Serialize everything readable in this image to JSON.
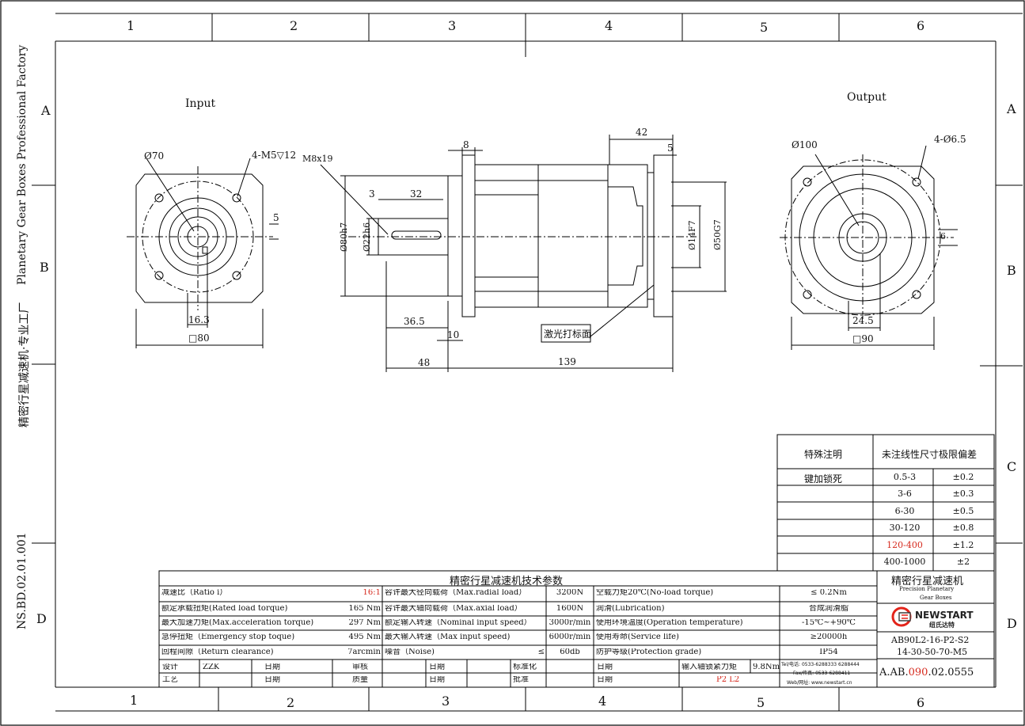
{
  "sheet": {
    "columns_top": [
      "1",
      "2",
      "3",
      "4",
      "5",
      "6"
    ],
    "columns_bottom": [
      "1",
      "2",
      "3",
      "4",
      "5",
      "6"
    ],
    "rows_left": [
      "A",
      "B",
      "C",
      "D"
    ],
    "rows_right": [
      "A",
      "B",
      "C",
      "D"
    ],
    "side_title": "Planetary Gear Boxes Professional Factory",
    "side_title_cn": "精密行星减速机·专业工厂",
    "doc_no": "NS.BD.02.01.001"
  },
  "views": {
    "input_label": "Input",
    "output_label": "Output",
    "input": {
      "d70": "Ø70",
      "holes": "4-M5▽12",
      "key": "5",
      "w16": "16.3",
      "sq80": "□80"
    },
    "side": {
      "m8": "M8x19",
      "d80": "Ø80h7",
      "d22": "Ø22h6",
      "d14": "Ø14F7",
      "d50": "Ø50G7",
      "l3": "3",
      "l32": "32",
      "l8": "8",
      "l42": "42",
      "l5": "5",
      "l365": "36.5",
      "l10": "10",
      "l48": "48",
      "l139": "139",
      "laser": "激光打标面"
    },
    "output": {
      "d100": "Ø100",
      "holes": "4-Ø6.5",
      "key": "6",
      "w245": "24.5",
      "sq90": "□90"
    }
  },
  "tolerance": {
    "head_left": "特殊注明",
    "head_right": "未注线性尺寸极限偏差",
    "note": "键加锁死",
    "rows": [
      {
        "range": "0.5-3",
        "tol": "±0.2",
        "red": false
      },
      {
        "range": "3-6",
        "tol": "±0.3",
        "red": false
      },
      {
        "range": "6-30",
        "tol": "±0.5",
        "red": false
      },
      {
        "range": "30-120",
        "tol": "±0.8",
        "red": false
      },
      {
        "range": "120-400",
        "tol": "±1.2",
        "red": true
      },
      {
        "range": "400-1000",
        "tol": "±2",
        "red": false
      }
    ]
  },
  "spec": {
    "title": "精密行星减速机技术参数",
    "rows": [
      {
        "a": "减速比（Ratio i）",
        "av": "16:1",
        "b": "容许最大径向载荷（Max.radial load）",
        "bv": "3200N",
        "c": "空载力矩20℃(No-load torque)",
        "cv": "≤ 0.2Nm"
      },
      {
        "a": "额定承载扭矩(Rated load torque)",
        "av": "165 Nm",
        "b": "容许最大轴向载荷（Max.axial load）",
        "bv": "1600N",
        "c": "润滑(Lubrication)",
        "cv": "合成润滑脂"
      },
      {
        "a": "最大加速力矩(Max.acceleration torque)",
        "av": "297 Nm",
        "b": "额定输入转速（Nominal input speed）",
        "bv": "3000r/min",
        "c": "使用环境温度(Operation temperature)",
        "cv": "-15℃~+90℃"
      },
      {
        "a": "急停扭矩（Emergency stop toque)",
        "av": "495 Nm",
        "b": "最大输入转速（Max input speed)",
        "bv": "6000r/min",
        "c": "使用寿命(Service life)",
        "cv": "≥20000h"
      },
      {
        "a": "回程间隙（Return clearance)",
        "av": "7arcmin",
        "b": "噪音（Noise)",
        "bsym": "≤",
        "bv": "60db",
        "c": "防护等级(Protection grade)",
        "cv": "IP54"
      }
    ]
  },
  "signoff": {
    "design": "设计",
    "designer": "ZZK",
    "date1": "日期",
    "review": "审核",
    "date2": "日期",
    "standard": "标准化",
    "date3": "日期",
    "torque_label": "输入轴锁紧力矩",
    "torque": "9.8Nm",
    "process": "工艺",
    "date4": "日期",
    "quality": "质量",
    "date5": "日期",
    "approve": "批准",
    "date6": "日期",
    "p2l2": "P2 L2"
  },
  "titleblock": {
    "name_cn": "精密行星减速机",
    "name_en1": "Precision Planetary",
    "name_en2": "Gear Boxes",
    "brand": "NEWSTART",
    "brand_cn": "纽氏达特",
    "model": "AB90L2-16-P2-S2",
    "ratios": "14-30-50-70-M5",
    "tel": "Tel/电话: 0533-6288333 6288444",
    "fax": "Fax/传真: 0533-6288411",
    "web": "Web/网址: www.newstart.cn",
    "code_pre": "A.AB.",
    "code_mid": "090",
    "code_post": ".02.0555"
  }
}
